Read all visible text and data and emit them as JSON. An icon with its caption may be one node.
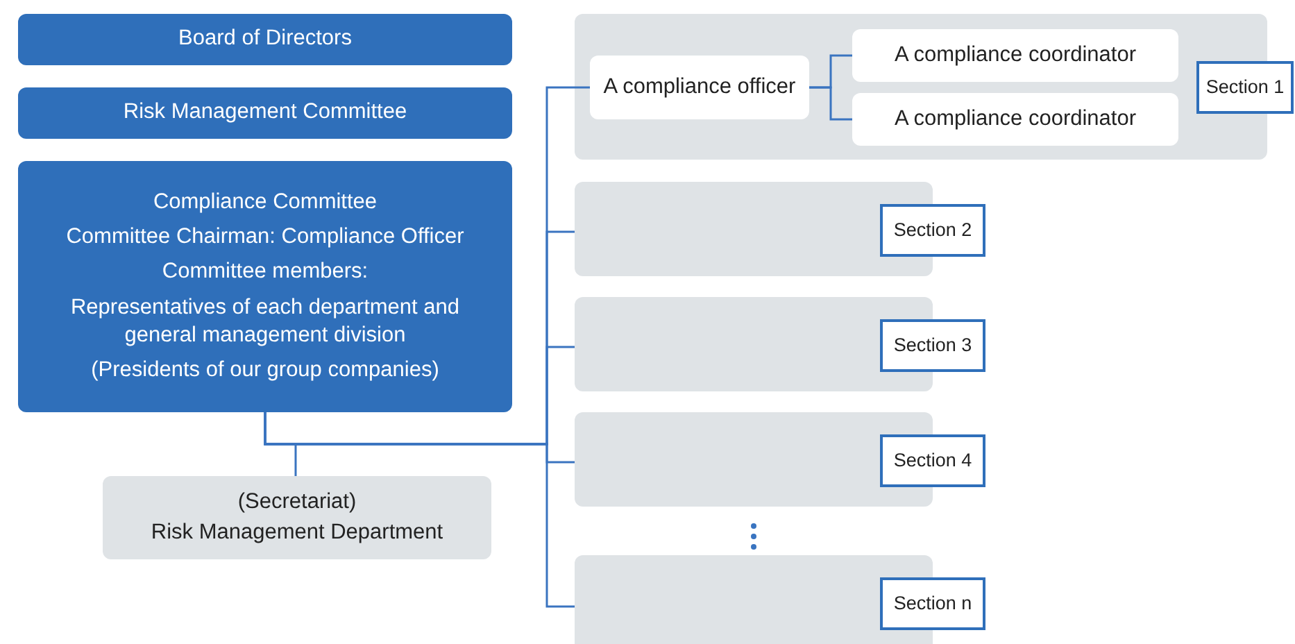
{
  "diagram": {
    "nodes": [
      {
        "text": [
          "Board of Directors"
        ]
      },
      {
        "text": [
          "Risk Management Committee"
        ]
      },
      {
        "text": [
          "Compliance Committee",
          "Committee Chairman: Compliance Officer",
          "Committee members:",
          "Representatives of each department and general management division",
          "(Presidents of our group companies)"
        ]
      },
      {
        "text": [
          "(Secretariat)",
          "Risk Management Department"
        ]
      },
      {
        "text": [],
        "shape": "box"
      },
      {
        "text": [
          "A compliance officer"
        ],
        "in": 4
      },
      {
        "text": [
          "A compliance coordinator"
        ],
        "in": 4
      },
      {
        "text": [
          "A compliance coordinator"
        ],
        "in": 4
      },
      {
        "text": [
          "Section 1"
        ]
      },
      {
        "text": [],
        "shape": "box"
      },
      {
        "text": [
          "Section 2"
        ]
      },
      {
        "text": [],
        "shape": "box"
      },
      {
        "text": [
          "Section 3"
        ]
      },
      {
        "text": [],
        "shape": "box"
      },
      {
        "text": [
          "Section 4"
        ]
      },
      {
        "text": [],
        "shape": "box"
      },
      {
        "text": [
          "Section n"
        ]
      }
    ],
    "edges": [
      {
        "from": 2,
        "to": 3,
        "arrow": "none"
      },
      {
        "from": 2,
        "to": 5,
        "arrow": "none"
      },
      {
        "from": 2,
        "to": 9,
        "arrow": "none"
      },
      {
        "from": 2,
        "to": 11,
        "arrow": "none"
      },
      {
        "from": 2,
        "to": 13,
        "arrow": "none"
      },
      {
        "from": 2,
        "to": 15,
        "arrow": "none"
      },
      {
        "from": 5,
        "to": 6,
        "arrow": "none"
      },
      {
        "from": 5,
        "to": 7,
        "arrow": "none"
      }
    ]
  }
}
